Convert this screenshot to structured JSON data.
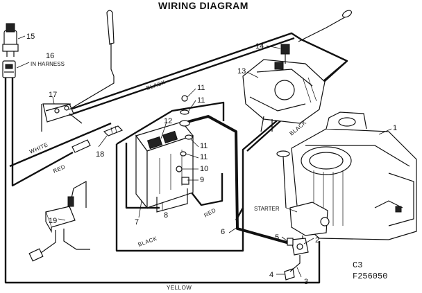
{
  "title": "WIRING DIAGRAM",
  "callouts": {
    "c1": "1",
    "c2": "2",
    "c3": "3",
    "c4": "4",
    "c5": "5",
    "c6": "6",
    "c7": "7",
    "c8": "8",
    "c9": "9",
    "c10": "10",
    "c11a": "11",
    "c11b": "11",
    "c11c": "11",
    "c11d": "11",
    "c12": "12",
    "c13": "13",
    "c14": "14",
    "c15": "15",
    "c16": "16",
    "c17": "17",
    "c18": "18",
    "c19": "19"
  },
  "notes": {
    "in_harness": "IN HARNESS",
    "starter": "STARTER"
  },
  "wire_labels": {
    "black_top": "BLACK",
    "black_right": "BLACK",
    "black_bottom": "BLACK",
    "white": "WHITE",
    "red_left": "RED",
    "red_center": "RED",
    "yellow": "YELLOW"
  },
  "codes": {
    "c3": "C3",
    "part_number": "F256050"
  }
}
